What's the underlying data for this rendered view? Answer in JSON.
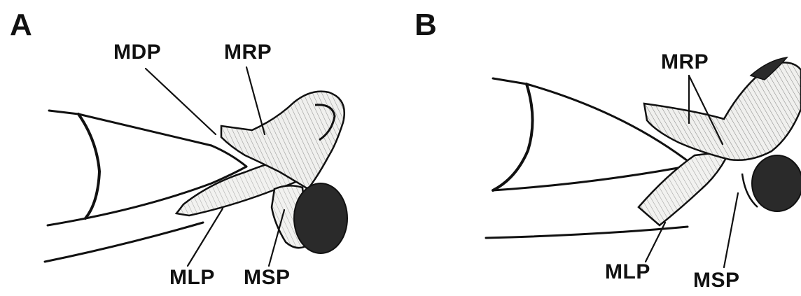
{
  "panels": [
    {
      "letter": "A",
      "labels": {
        "mdp": "MDP",
        "mrp": "MRP",
        "mlp": "MLP",
        "msp": "MSP"
      }
    },
    {
      "letter": "B",
      "labels": {
        "mrp": "MRP",
        "mlp": "MLP",
        "msp": "MSP"
      }
    }
  ],
  "colors": {
    "ink": "#111111",
    "background": "#ffffff",
    "muscle_fill": "#f1f1ef",
    "dark_body": "#2a2a2a"
  }
}
